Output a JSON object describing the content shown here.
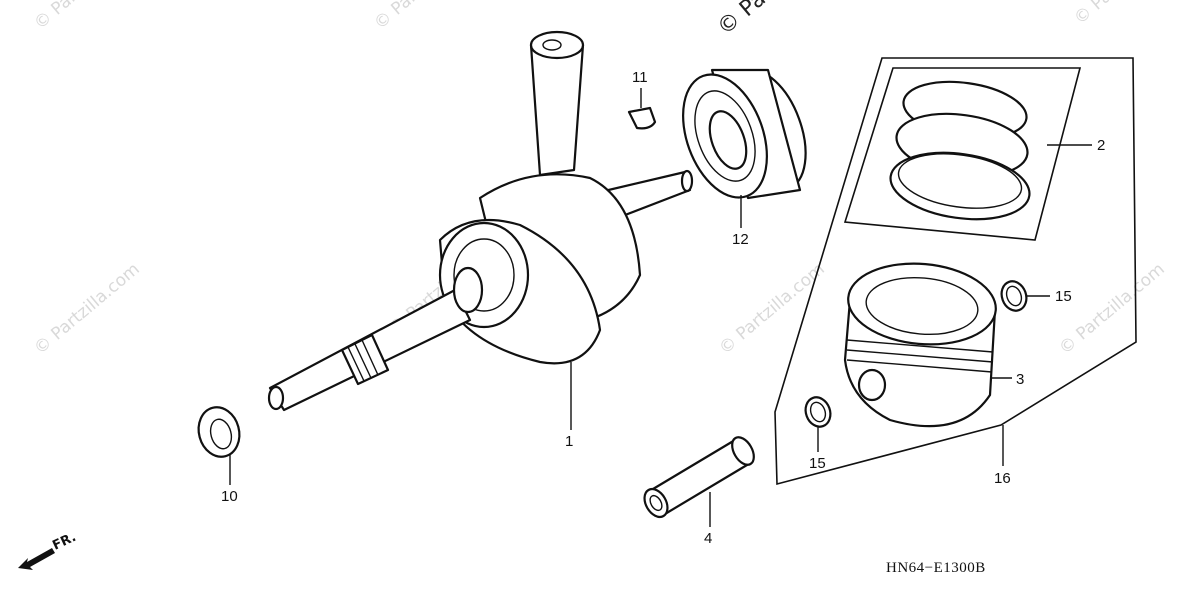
{
  "watermark": {
    "text": "© Partzilla.com",
    "partial_text": "© Pa"
  },
  "callouts": [
    {
      "id": "c1",
      "label": "1"
    },
    {
      "id": "c2",
      "label": "2"
    },
    {
      "id": "c3",
      "label": "3"
    },
    {
      "id": "c4",
      "label": "4"
    },
    {
      "id": "c10",
      "label": "10"
    },
    {
      "id": "c11",
      "label": "11"
    },
    {
      "id": "c12",
      "label": "12"
    },
    {
      "id": "c15a",
      "label": "15"
    },
    {
      "id": "c15b",
      "label": "15"
    },
    {
      "id": "c16",
      "label": "16"
    }
  ],
  "direction_indicator": {
    "label": "FR.",
    "icon": "front-arrow-icon"
  },
  "diagram_code": "HN64−E1300B",
  "colors": {
    "line": "#111111",
    "watermark": "#d9d9d9",
    "background": "#ffffff"
  }
}
